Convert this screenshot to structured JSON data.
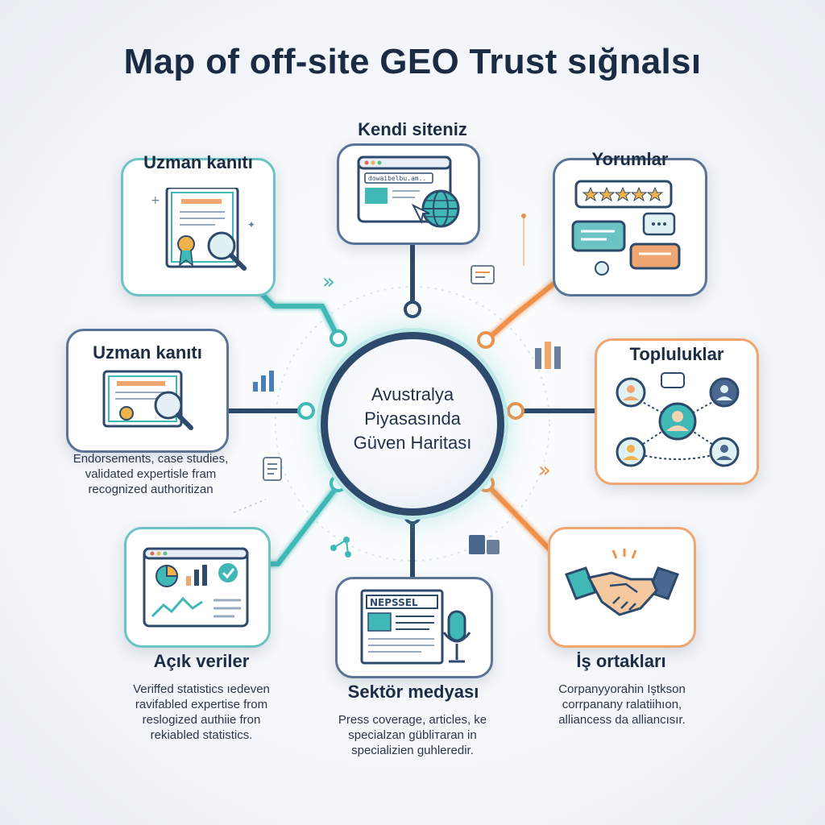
{
  "title": "Map  of off-site GEO Trust  sığnalsı",
  "hub": {
    "line1": "Avustralya",
    "line2": "Piyasasında",
    "line3": "Güven Haritası"
  },
  "nodes": {
    "kendi_siteniz": {
      "label": "Kendi siteniz",
      "url_text": "dowaibelbu.am.."
    },
    "uzman_top": {
      "label": "Uzman kanıtı"
    },
    "yorumlar": {
      "label": "Yorumlar"
    },
    "uzman_left": {
      "label": "Uzman kanıtı",
      "desc1": "Endorsements, case studies,",
      "desc2": "validated expertisle fram",
      "desc3": "recognized authoritizan"
    },
    "topluluklar": {
      "label": "Topluluklar"
    },
    "acik_veriler": {
      "label": "Açık veriler",
      "desc1": "Veriffed statistics ıedeven",
      "desc2": "ravifabled expertise from",
      "desc3": "reslogized authiie fron",
      "desc4": "rekiabled statistics."
    },
    "sektor_medyasi": {
      "label": "Sektör medyası",
      "newspaper": "NEPSSEL",
      "desc1": "Press coverage, articles, ke",
      "desc2": "specialzan gübliтaran in",
      "desc3": "specializien guhleredir."
    },
    "is_ortaklari": {
      "label": "İş ortakları",
      "desc1": "Corpanyyorahin Iştkson",
      "desc2": "corrpanany ralatiihıon,",
      "desc3": "alliancess da alliancısır."
    }
  },
  "colors": {
    "teal": "#3fb8b6",
    "navy": "#2d4a6c",
    "orange": "#f0914a"
  },
  "icons": [
    "certificate-icon",
    "magnifier-icon",
    "browser-globe-icon",
    "star-review-icon",
    "chat-bubbles-icon",
    "people-network-icon",
    "dashboard-chart-icon",
    "newspaper-mic-icon",
    "handshake-icon"
  ]
}
